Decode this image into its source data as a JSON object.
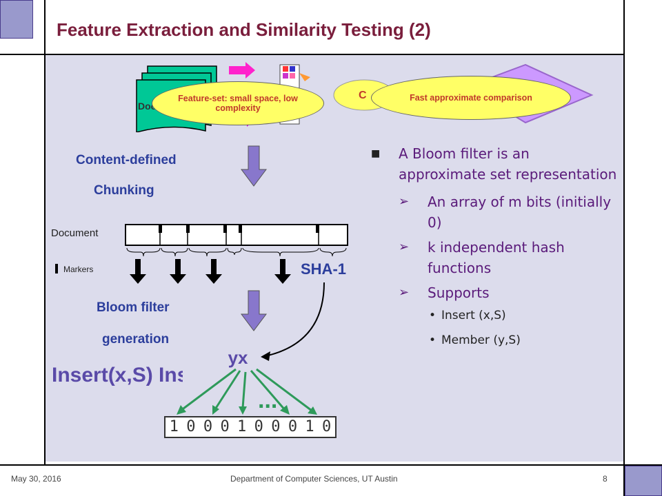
{
  "slide": {
    "title": "Feature Extraction and Similarity Testing (2)",
    "footer_date": "May 30, 2016",
    "footer_center": "Department of Computer Sciences, UT Austin",
    "page_number": "8"
  },
  "top_diagram": {
    "document_label": "Doc",
    "small_label": "C",
    "oval_left": "Feature-set: small space, low complexity",
    "oval_right": "Fast approximate comparison"
  },
  "pipeline": {
    "step1_line1": "Content-defined",
    "step1_line2": "Chunking",
    "document_label": "Document",
    "markers_label": "Markers",
    "hash_label": "SHA-1",
    "step2_line1": "Bloom filter",
    "step2_line2": "generation",
    "element_label": "x y",
    "insert_text": "Insert(x,S) Insert(y,S)",
    "ellipsis": "...",
    "bit_array": [
      "1",
      "0",
      "0",
      "0",
      "1",
      "0",
      "0",
      "0",
      "1",
      "0"
    ]
  },
  "bullets": {
    "main": "A Bloom filter is an approximate set representation",
    "sub": [
      "An array of m bits (initially 0)",
      "k independent hash functions",
      "Supports"
    ],
    "ops": [
      "Insert (x,S)",
      "Member (y,S)"
    ]
  },
  "colors": {
    "title": "#7a1e3c",
    "label_blue": "#2c3e9c",
    "bullet_text": "#5a1a7a",
    "oval_fill": "#ffff66",
    "arrow_purple": "#8877cc",
    "arrow_green": "#2e9a5a"
  }
}
